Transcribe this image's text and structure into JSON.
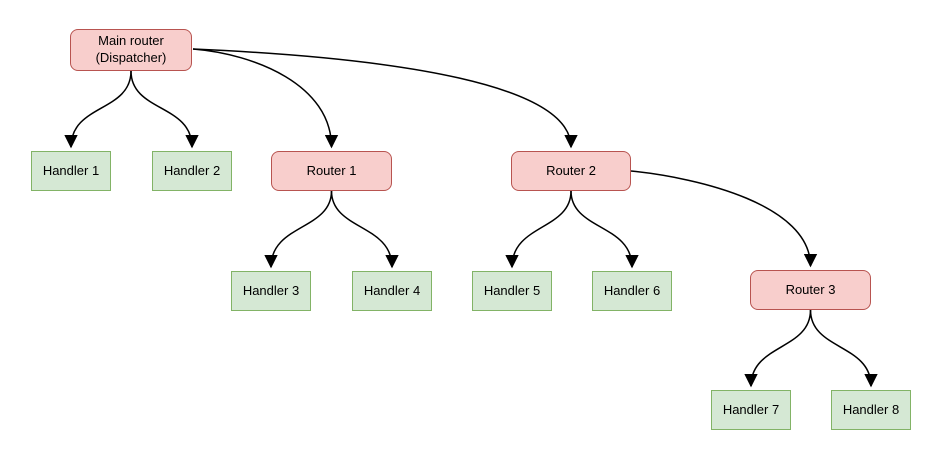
{
  "diagram": {
    "type": "tree",
    "nodes": [
      {
        "id": "main-router",
        "label": "Main router\n(Dispatcher)",
        "kind": "router"
      },
      {
        "id": "handler-1",
        "label": "Handler 1",
        "kind": "handler"
      },
      {
        "id": "handler-2",
        "label": "Handler 2",
        "kind": "handler"
      },
      {
        "id": "router-1",
        "label": "Router 1",
        "kind": "router"
      },
      {
        "id": "handler-3",
        "label": "Handler 3",
        "kind": "handler"
      },
      {
        "id": "handler-4",
        "label": "Handler 4",
        "kind": "handler"
      },
      {
        "id": "router-2",
        "label": "Router 2",
        "kind": "router"
      },
      {
        "id": "handler-5",
        "label": "Handler 5",
        "kind": "handler"
      },
      {
        "id": "handler-6",
        "label": "Handler 6",
        "kind": "handler"
      },
      {
        "id": "router-3",
        "label": "Router 3",
        "kind": "router"
      },
      {
        "id": "handler-7",
        "label": "Handler 7",
        "kind": "handler"
      },
      {
        "id": "handler-8",
        "label": "Handler 8",
        "kind": "handler"
      }
    ],
    "edges": [
      {
        "from": "main-router",
        "to": "handler-1"
      },
      {
        "from": "main-router",
        "to": "handler-2"
      },
      {
        "from": "main-router",
        "to": "router-1"
      },
      {
        "from": "main-router",
        "to": "router-2"
      },
      {
        "from": "router-1",
        "to": "handler-3"
      },
      {
        "from": "router-1",
        "to": "handler-4"
      },
      {
        "from": "router-2",
        "to": "handler-5"
      },
      {
        "from": "router-2",
        "to": "handler-6"
      },
      {
        "from": "router-2",
        "to": "router-3"
      },
      {
        "from": "router-3",
        "to": "handler-7"
      },
      {
        "from": "router-3",
        "to": "handler-8"
      }
    ],
    "colors": {
      "router_fill": "#f8cecc",
      "router_border": "#b85450",
      "handler_fill": "#d5e8d4",
      "handler_border": "#82b366",
      "edge": "#000000",
      "text": "#000000",
      "background": "#ffffff"
    }
  }
}
